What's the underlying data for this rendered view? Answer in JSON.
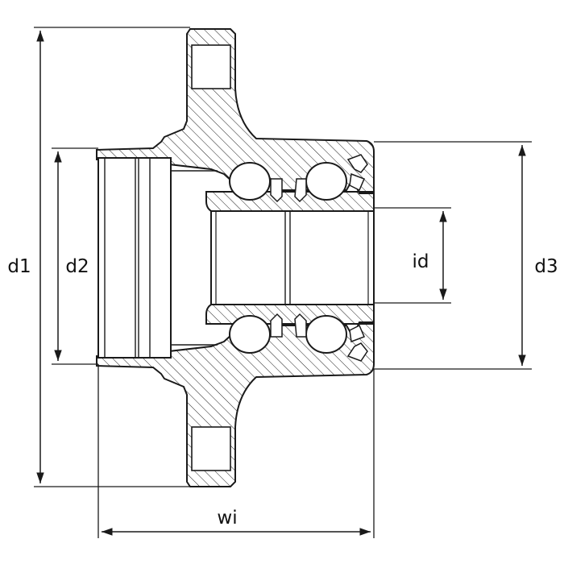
{
  "colors": {
    "ink": "#1a1a1a",
    "hatch": "#222222",
    "background": "#ffffff"
  },
  "labels": {
    "d1": "d1",
    "d2": "d2",
    "d3": "d3",
    "id": "id",
    "wi": "wi"
  }
}
